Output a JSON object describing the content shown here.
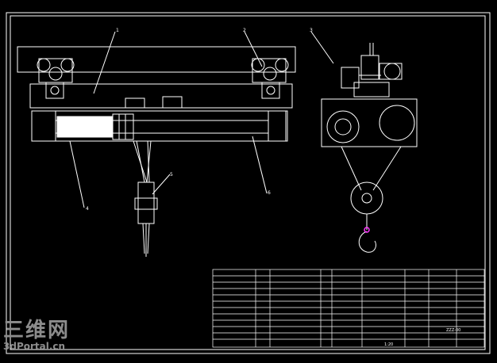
{
  "drawing": {
    "title": "",
    "part_labels": [
      "1",
      "2",
      "3",
      "4",
      "5",
      "6"
    ]
  },
  "title_block": {
    "drawing_no": "ZZZ-00",
    "scale": "1:20"
  },
  "watermark": {
    "cn": "三维网",
    "en": "3dPortal.cn"
  },
  "colors": {
    "background": "#000000",
    "line": "#ffffff",
    "hook_accent": "#ff33ff",
    "watermark": "#8c8c8c"
  }
}
